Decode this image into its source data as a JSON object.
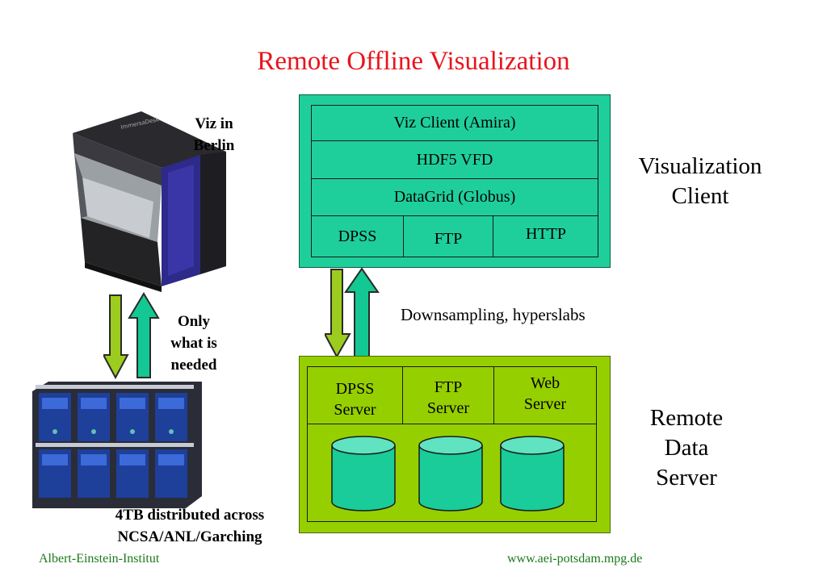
{
  "title": "Remote Offline Visualization",
  "left": {
    "viz_label_line1": "Viz in",
    "viz_label_line2": "Berlin",
    "arrows_label_line1": "Only",
    "arrows_label_line2": "what is",
    "arrows_label_line3": "needed",
    "storage_label_line1": "4TB distributed  across",
    "storage_label_line2": "NCSA/ANL/Garching"
  },
  "client": {
    "rows": [
      "Viz Client (Amira)",
      "HDF5 VFD",
      "DataGrid (Globus)"
    ],
    "protocols": [
      "DPSS",
      "FTP",
      "HTTP"
    ],
    "label_line1": "Visualization",
    "label_line2": "Client"
  },
  "connection_label": "Downsampling, hyperslabs",
  "server": {
    "services": [
      {
        "line1": "DPSS",
        "line2": "Server"
      },
      {
        "line1": "FTP",
        "line2": "Server"
      },
      {
        "line1": "Web",
        "line2": "Server"
      }
    ],
    "label_line1": "Remote",
    "label_line2": "Data",
    "label_line3": "Server"
  },
  "footer": {
    "left": "Albert-Einstein-Institut",
    "right": "www.aei-potsdam.mpg.de"
  },
  "colors": {
    "title": "#e8141c",
    "client_fill": "#1fcf9b",
    "server_fill": "#96cf00",
    "disk_fill": "#19cc9a",
    "arrow_down": "#9ccc1e",
    "arrow_up": "#13c893",
    "footer": "#1a7a1a"
  },
  "icons": [
    "immersive-display-icon",
    "supercomputer-cluster-icon",
    "disk-icon"
  ]
}
